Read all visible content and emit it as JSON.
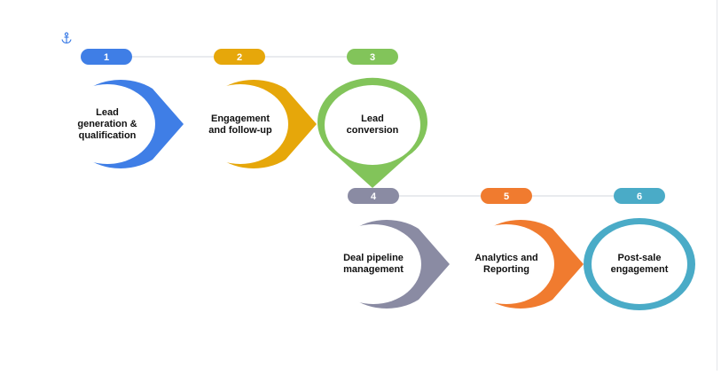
{
  "anchor_icon": "anchor-icon",
  "rows": [
    {
      "line_color": "#dcdfe4",
      "steps": [
        {
          "number": "1",
          "label": "Lead\ngeneration &\nqualification",
          "color": "#3f7ee6"
        },
        {
          "number": "2",
          "label": "Engagement\nand follow-up",
          "color": "#e6a70a"
        },
        {
          "number": "3",
          "label": "Lead\nconversion",
          "color": "#82c45a"
        }
      ]
    },
    {
      "line_color": "#dcdfe4",
      "steps": [
        {
          "number": "4",
          "label": "Deal pipeline\nmanagement",
          "color": "#8a8ba3"
        },
        {
          "number": "5",
          "label": "Analytics and\nReporting",
          "color": "#f07b2f"
        },
        {
          "number": "6",
          "label": "Post-sale\nengagement",
          "color": "#4aabc7"
        }
      ]
    }
  ]
}
